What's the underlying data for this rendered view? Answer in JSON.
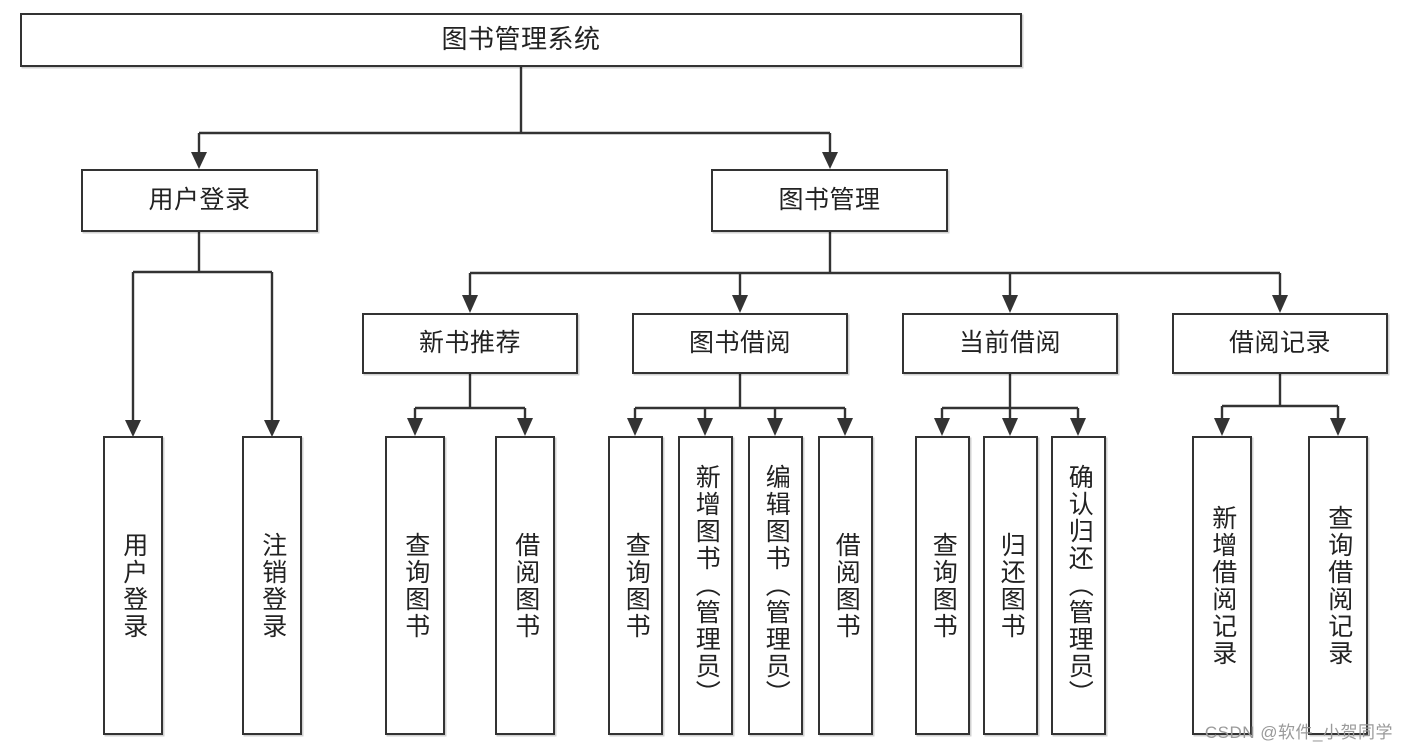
{
  "diagram": {
    "type": "tree-hierarchy-chart",
    "title": "图书管理系统",
    "watermark": "CSDN @软件_小贺同学",
    "colors": {
      "box_border": "#333333",
      "box_fill": "#ffffff",
      "connector": "#333333",
      "text": "#222222",
      "watermark": "#9a9a9a",
      "background": "#ffffff"
    },
    "root": {
      "label": "图书管理系统"
    },
    "level2": [
      {
        "label": "用户登录"
      },
      {
        "label": "图书管理"
      }
    ],
    "level3": [
      {
        "label": "新书推荐"
      },
      {
        "label": "图书借阅"
      },
      {
        "label": "当前借阅"
      },
      {
        "label": "借阅记录"
      }
    ],
    "leaves": {
      "user_login": [
        {
          "label": "用户登录"
        },
        {
          "label": "注销登录"
        }
      ],
      "new_book_recommend": [
        {
          "label": "查询图书"
        },
        {
          "label": "借阅图书"
        }
      ],
      "book_borrow": [
        {
          "label": "查询图书"
        },
        {
          "label": "新增图书（管理员）"
        },
        {
          "label": "编辑图书（管理员）"
        },
        {
          "label": "借阅图书"
        }
      ],
      "current_borrow": [
        {
          "label": "查询图书"
        },
        {
          "label": "归还图书"
        },
        {
          "label": "确认归还（管理员）"
        }
      ],
      "borrow_records": [
        {
          "label": "新增借阅记录"
        },
        {
          "label": "查询借阅记录"
        }
      ]
    }
  }
}
